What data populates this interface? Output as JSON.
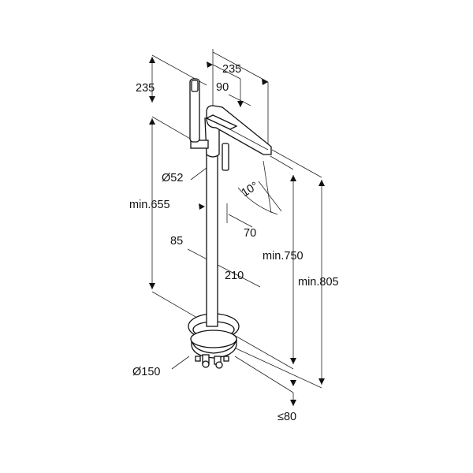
{
  "drawing": {
    "subject": "Freestanding bath mixer with hand shower",
    "dimensions": {
      "top_left_235": "235",
      "top_right_235": "235",
      "spout_90": "90",
      "diameter_52": "Ø52",
      "angle_10": "10°",
      "min_655": "min.655",
      "dim_70": "70",
      "dim_85": "85",
      "min_750": "min.750",
      "dim_210": "210",
      "min_805": "min.805",
      "diameter_150": "Ø150",
      "max_80": "≤80"
    }
  }
}
